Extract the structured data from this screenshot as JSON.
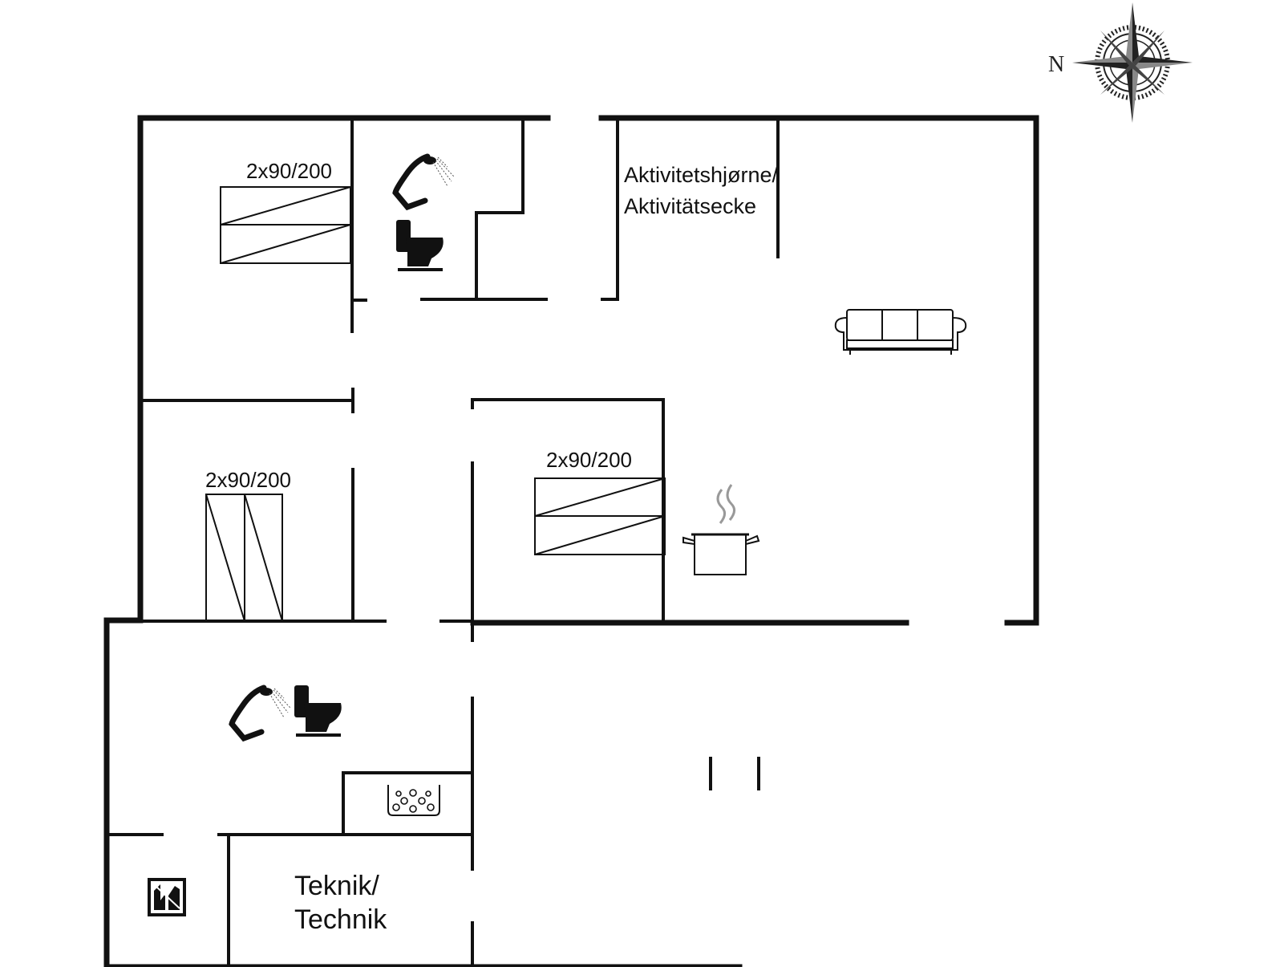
{
  "compass": {
    "north_label": "N"
  },
  "beds": {
    "bed_top_left": "2x90/200",
    "bed_middle_left": "2x90/200",
    "bed_center": "2x90/200"
  },
  "rooms": {
    "activity_line1": "Aktivitetshjørne/",
    "activity_line2": "Aktivitätsecke",
    "technik_line1": "Teknik/",
    "technik_line2": "Technik"
  },
  "icons": [
    "compass-rose-icon",
    "shower-icon",
    "toilet-icon",
    "sofa-icon",
    "cooking-pot-icon",
    "whirlpool-icon",
    "washing-machine-icon"
  ],
  "colors": {
    "walls": "#111111",
    "background": "#ffffff"
  }
}
